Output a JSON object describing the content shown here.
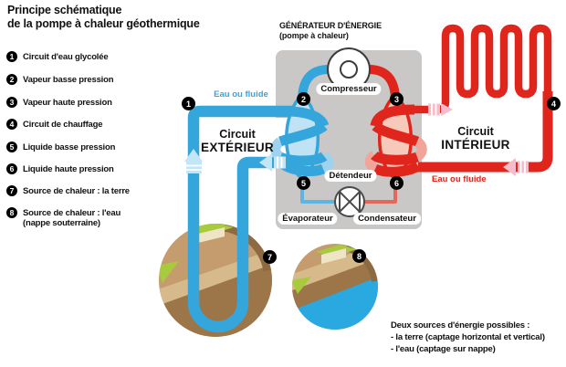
{
  "title": {
    "line1": "Principe schématique",
    "line2": "de la pompe à chaleur géothermique"
  },
  "legend": [
    {
      "num": "1",
      "label": "Circuit d'eau glycolée"
    },
    {
      "num": "2",
      "label": "Vapeur basse pression"
    },
    {
      "num": "3",
      "label": "Vapeur haute pression"
    },
    {
      "num": "4",
      "label": "Circuit de chauffage"
    },
    {
      "num": "5",
      "label": "Liquide basse pression"
    },
    {
      "num": "6",
      "label": "Liquide haute pression"
    },
    {
      "num": "7",
      "label": "Source de chaleur : la terre"
    },
    {
      "num": "8",
      "label": "Source de chaleur : l'eau",
      "label2": "(nappe souterraine)"
    }
  ],
  "badges": [
    "1",
    "2",
    "3",
    "4",
    "5",
    "6",
    "7",
    "8"
  ],
  "generator": {
    "title": "GÉNÉRATEUR D'ÉNERGIE",
    "subtitle": "(pompe à chaleur)"
  },
  "components": {
    "compressor": "Compresseur",
    "expansion_valve": "Détendeur",
    "evaporator": "Évaporateur",
    "condenser": "Condensateur"
  },
  "circuits": {
    "exterior": {
      "line1": "Circuit",
      "line2": "EXTÉRIEUR",
      "fluid_label": "Eau ou fluide"
    },
    "interior": {
      "line1": "Circuit",
      "line2": "INTÉRIEUR",
      "fluid_label": "Eau ou fluide"
    }
  },
  "note": {
    "line1": "Deux sources d'énergie possibles :",
    "line2": "- la terre (captage horizontal et vertical)",
    "line3": "- l'eau (captage sur nappe)"
  },
  "colors": {
    "cold": "#35A6DC",
    "cold_light": "#9FD2EE",
    "cold_pale": "#C4E5F6",
    "cold_thin": "#5FB5E2",
    "hot": "#E0251D",
    "hot_light": "#F0A49A",
    "hot_pale": "#F5BCC9",
    "hot_thin": "#E4695C",
    "box_gray": "#C9C8C6",
    "earth": "#C49C6E",
    "earth_light": "#D7BA8C",
    "earth_dark": "#9C7549",
    "earth_rim": "#8D6A42",
    "grass": "#A8CB3D",
    "sand": "#EFE5C4",
    "water": "#2AA9E0",
    "lens_cold": "#BFE2F4",
    "lens_hot": "#F7C9BB"
  }
}
